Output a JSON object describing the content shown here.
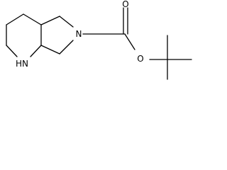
{
  "molecule": {
    "atoms": {
      "nh": "H",
      "n_ring": "N",
      "o_carbonyl": "O",
      "o_ester": "O",
      "n_amine": "N"
    }
  },
  "colors": {
    "background": "#ffffff",
    "bond": "#000000",
    "text": "#000000"
  }
}
